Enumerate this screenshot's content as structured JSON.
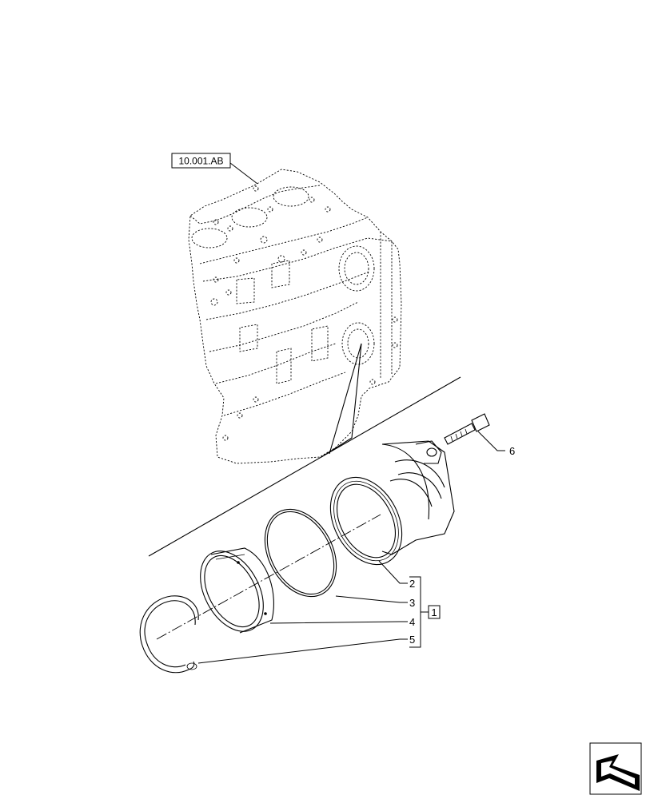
{
  "figure": {
    "reference_label": "10.001.AB",
    "group_label": "1",
    "callouts": [
      {
        "label": "2",
        "part": "seal housing"
      },
      {
        "label": "3",
        "part": "o-ring"
      },
      {
        "label": "4",
        "part": "sleeve"
      },
      {
        "label": "5",
        "part": "snap ring"
      },
      {
        "label": "6",
        "part": "screw"
      }
    ]
  },
  "icons": {
    "corner": "next-page-arrow-icon"
  }
}
